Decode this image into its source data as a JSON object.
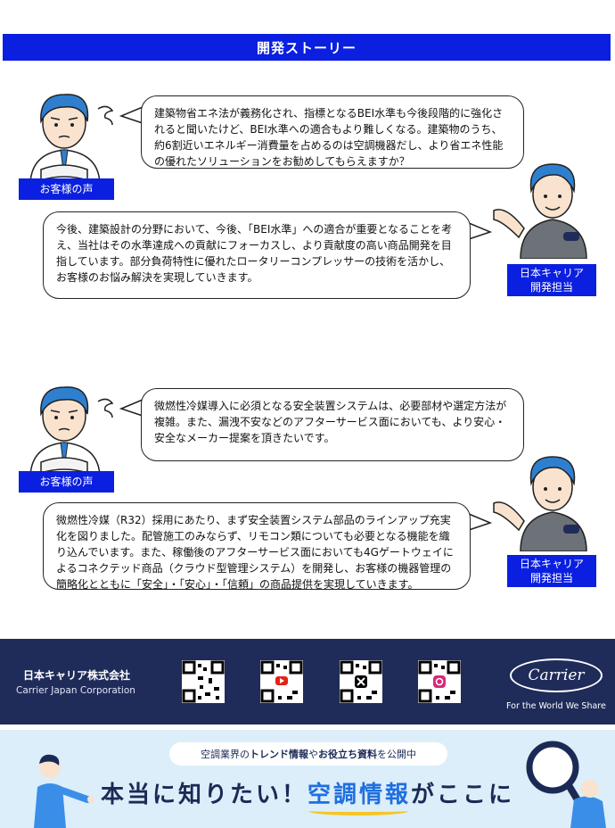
{
  "header": {
    "title": "開発ストーリー"
  },
  "stories": [
    {
      "customer_text": "建築物省エネ法が義務化され、指標となるBEI水準も今後段階的に強化されると聞いたけど、BEI水準への適合もより難しくなる。建築物のうち、約6割近いエネルギー消費量を占めるのは空調機器だし、より省エネ性能の優れたソリューションをお勧めしてもらえますか？",
      "customer_label": "お客様の声",
      "staff_text": "今後、建築設計の分野において、今後、「BEI水準」への適合が重要となることを考え、当社はその水準達成への貢献にフォーカスし、より貢献度の高い商品開発を目指しています。部分負荷特性に優れたロータリーコンプレッサーの技術を活かし、お客様のお悩み解決を実現していきます。",
      "staff_label": "日本キャリア\n開発担当"
    },
    {
      "customer_text": "微燃性冷媒導入に必須となる安全装置システムは、必要部材や選定方法が複雑。また、漏洩不安などのアフターサービス面においても、より安心・安全なメーカー提案を頂きたいです。",
      "customer_label": "お客様の声",
      "staff_text": "微燃性冷媒（R32）採用にあたり、まず安全装置システム部品のラインアップ充実化を図りました。配管施工のみならず、リモコン類についても必要となる機能を織り込んでいます。また、稼働後のアフターサービス面においても4Gゲートウェイによるコネクテッド商品（クラウド型管理システム）を開発し、お客様の機器管理の簡略化とともに「安全」・「安心」・「信頼」の商品提供を実現していきます。",
      "staff_label": "日本キャリア\n開発担当"
    }
  ],
  "footer": {
    "company_ja": "日本キャリア株式会社",
    "company_en": "Carrier Japan Corporation",
    "logo_text": "Carrier",
    "tagline": "For the World We Share",
    "qr_icons": [
      "web-icon",
      "youtube-icon",
      "x-icon",
      "instagram-icon"
    ]
  },
  "banner": {
    "pill_prefix": "空調業界の",
    "pill_b1": "トレンド情報",
    "pill_mid": "や",
    "pill_b2": "お役立ち資料",
    "pill_suffix": "を公開中",
    "main_prefix": "本当に知りたい！",
    "main_highlight": "空調情報",
    "main_suffix": "がここに"
  },
  "colors": {
    "brand_blue": "#0a1fe0",
    "footer_navy": "#1f2c5a",
    "banner_bg": "#dceefa"
  }
}
